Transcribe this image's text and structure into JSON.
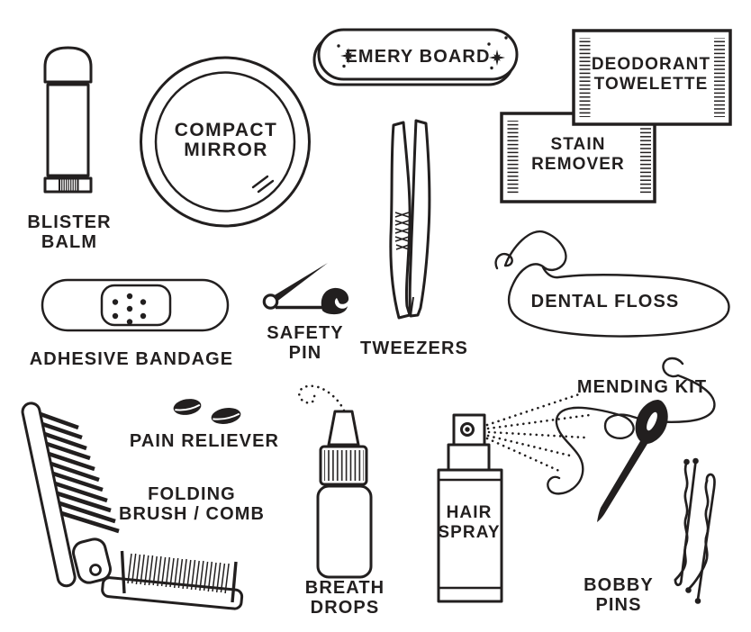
{
  "colors": {
    "ink": "#221f1f",
    "background": "#ffffff"
  },
  "items": {
    "blister_balm": {
      "lines": [
        "BLISTER",
        "BALM"
      ]
    },
    "compact_mirror": {
      "lines": [
        "COMPACT",
        "MIRROR"
      ]
    },
    "emery_board": {
      "lines": [
        "EMERY BOARD"
      ]
    },
    "deodorant_towelette": {
      "lines": [
        "DEODORANT",
        "TOWELETTE"
      ]
    },
    "stain_remover": {
      "lines": [
        "STAIN",
        "REMOVER"
      ]
    },
    "tweezers": {
      "lines": [
        "TWEEZERS"
      ]
    },
    "dental_floss": {
      "lines": [
        "DENTAL FLOSS"
      ]
    },
    "adhesive_bandage": {
      "lines": [
        "ADHESIVE BANDAGE"
      ]
    },
    "safety_pin": {
      "lines": [
        "SAFETY",
        "PIN"
      ]
    },
    "pain_reliever": {
      "lines": [
        "PAIN RELIEVER"
      ]
    },
    "folding_brush_comb": {
      "lines": [
        "FOLDING",
        "BRUSH / COMB"
      ]
    },
    "breath_drops": {
      "lines": [
        "BREATH",
        "DROPS"
      ]
    },
    "hair_spray": {
      "lines": [
        "HAIR",
        "SPRAY"
      ]
    },
    "mending_kit": {
      "lines": [
        "MENDING KIT"
      ]
    },
    "bobby_pins": {
      "lines": [
        "BOBBY",
        "PINS"
      ]
    }
  }
}
